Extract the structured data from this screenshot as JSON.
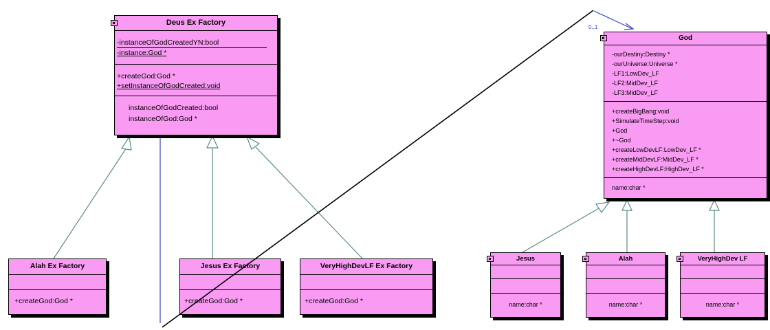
{
  "colors": {
    "class_fill": "#f99bf3",
    "border": "#000000",
    "association": "#3344cc",
    "inheritance": "#5a8a86",
    "cross_line": "#000000"
  },
  "deus": {
    "title": "Deus Ex Factory",
    "attributes": [
      "-instanceOfGodCreatedYN:bool",
      "-instance:God *"
    ],
    "methods": [
      "+createGod:God *",
      "+setInstanceOfGodCreated:void"
    ],
    "properties": [
      "instanceOfGodCreated:bool",
      "instanceOfGod:God *"
    ]
  },
  "alah_factory": {
    "title": "Alah Ex Factory",
    "method": "+createGod:God *"
  },
  "jesus_factory": {
    "title": "Jesus Ex Factory",
    "method": "+createGod:God *"
  },
  "vhd_factory": {
    "title": "VeryHighDevLF Ex Factory",
    "method": "+createGod:God *"
  },
  "god": {
    "title": "God",
    "multiplicity": "0..1",
    "attributes": [
      "-ourDestiny:Destiny *",
      "-ourUniverse:Universe *",
      "-LF1:LowDev_LF",
      "-LF2:MidDev_LF",
      "-LF3:MidDev_LF"
    ],
    "methods": [
      "+createBigBang:void",
      "+SimulateTimeStep:void",
      "+God",
      "+~God",
      "+createLowDevLF:LowDev_LF *",
      "+createMidDevLF:MidDev_LF *",
      "+createHighDevLF:HighDev_LF *"
    ],
    "property": "name:char *"
  },
  "jesus": {
    "title": "Jesus",
    "property": "name:char *"
  },
  "alah": {
    "title": "Alah",
    "property": "name:char *"
  },
  "vhd": {
    "title": "VeryHighDev LF",
    "property": "name:char *"
  }
}
